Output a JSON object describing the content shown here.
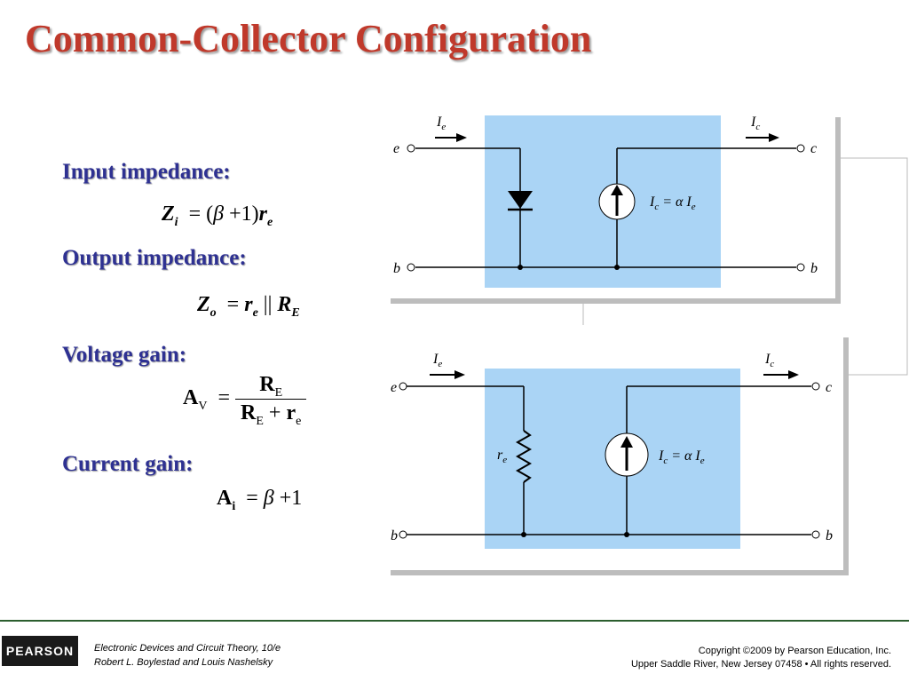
{
  "title": "Common-Collector Configuration",
  "sections": {
    "input": {
      "heading": "Input impedance:",
      "lhs": "Z",
      "lhs_sub": "i",
      "eq": "=",
      "paren_open": "(",
      "beta": "β",
      "plus": "+",
      "one": "1",
      "paren_close": ")",
      "r": "r",
      "r_sub": "e"
    },
    "output": {
      "heading": "Output impedance:",
      "lhs": "Z",
      "lhs_sub": "o",
      "eq": "=",
      "r": "r",
      "r_sub": "e",
      "parallel": "||",
      "R": "R",
      "R_sub": "E"
    },
    "voltage": {
      "heading": "Voltage gain:",
      "lhs": "A",
      "lhs_sub": "V",
      "eq": "=",
      "num": "R",
      "num_sub": "E",
      "den_a": "R",
      "den_a_sub": "E",
      "den_plus": "+",
      "den_b": "r",
      "den_b_sub": "e"
    },
    "current": {
      "heading": "Current gain:",
      "lhs": "A",
      "lhs_sub": "i",
      "eq": "=",
      "beta": "β",
      "plus": "+",
      "one": "1"
    }
  },
  "diagram_top": {
    "input_node": "e",
    "output_node": "c",
    "bottom_left_node": "b",
    "bottom_right_node": "b",
    "input_current": "I",
    "input_current_sub": "e",
    "output_current": "I",
    "output_current_sub": "c",
    "source_label": "I",
    "source_label_sub": "c",
    "source_label_mid": " = α I",
    "source_label_sub2": "e"
  },
  "diagram_bottom": {
    "input_node": "e",
    "output_node": "c",
    "bottom_left_node": "b",
    "bottom_right_node": "b",
    "input_current": "I",
    "input_current_sub": "e",
    "output_current": "I",
    "output_current_sub": "c",
    "resistor_label": "r",
    "resistor_label_sub": "e",
    "source_label": "I",
    "source_label_sub": "c",
    "source_label_mid": " = α I",
    "source_label_sub2": "e"
  },
  "colors": {
    "title": "#c0392b",
    "heading": "#2e3192",
    "panel": "#aad4f5"
  },
  "footer": {
    "logo": "PEARSON",
    "book_line1": "Electronic Devices and Circuit Theory, 10/e",
    "book_line2": "Robert L. Boylestad and Louis Nashelsky",
    "copyright_line1": "Copyright ©2009 by Pearson Education, Inc.",
    "copyright_line2": "Upper Saddle River, New Jersey 07458 • All rights reserved."
  }
}
